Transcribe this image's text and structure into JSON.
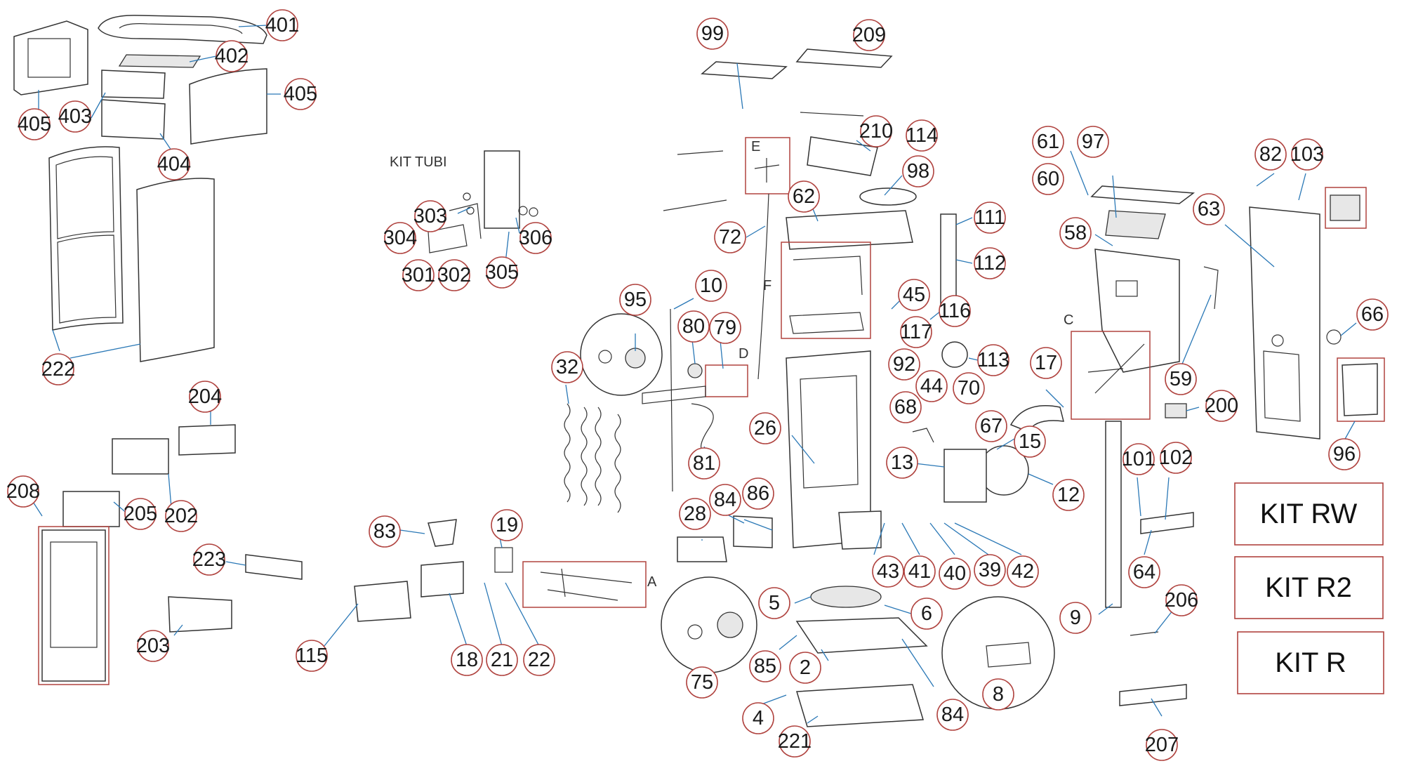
{
  "labels": {
    "kit_tubi": "KIT TUBI",
    "detail_a": "A",
    "detail_c": "C",
    "detail_d": "D",
    "detail_e": "E",
    "detail_f": "F"
  },
  "kits": [
    "KIT RW",
    "KIT R2",
    "KIT R"
  ],
  "callouts": [
    "401",
    "402",
    "405",
    "403",
    "405",
    "404",
    "222",
    "303",
    "304",
    "306",
    "301",
    "302",
    "305",
    "204",
    "208",
    "205",
    "202",
    "223",
    "203",
    "83",
    "19",
    "115",
    "18",
    "21",
    "22",
    "99",
    "209",
    "210",
    "114",
    "98",
    "62",
    "72",
    "95",
    "10",
    "80",
    "79",
    "32",
    "81",
    "26",
    "28",
    "84",
    "86",
    "111",
    "112",
    "45",
    "116",
    "117",
    "92",
    "113",
    "44",
    "70",
    "68",
    "67",
    "17",
    "15",
    "13",
    "12",
    "43",
    "41",
    "40",
    "39",
    "42",
    "5",
    "6",
    "85",
    "2",
    "75",
    "4",
    "221",
    "84",
    "8",
    "61",
    "97",
    "60",
    "58",
    "59",
    "200",
    "101",
    "102",
    "64",
    "9",
    "206",
    "207",
    "82",
    "103",
    "63",
    "66",
    "96"
  ],
  "colors": {
    "callout_border": "#b0433f",
    "leader_line": "#2a78b6",
    "drawing_line": "#333333"
  }
}
